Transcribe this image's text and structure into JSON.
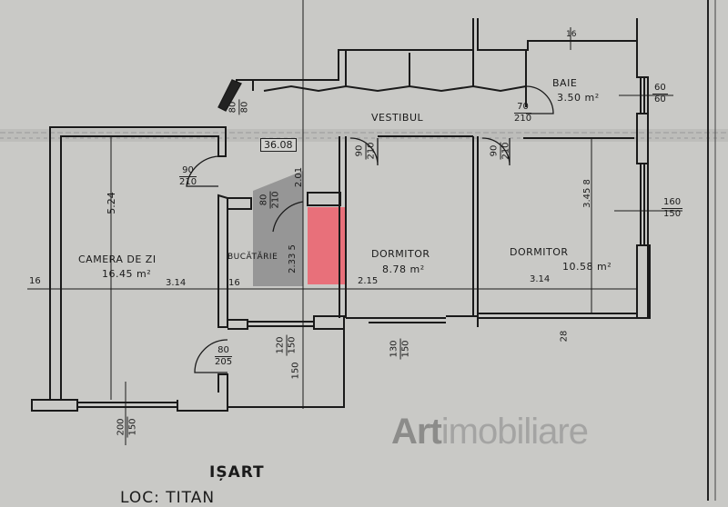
{
  "colors": {
    "paper": "#c9c9c6",
    "wall": "#1a1a1a",
    "kitchen_shade": "#8a8a8a",
    "highlight": "#e8707a"
  },
  "rooms": {
    "vestibul": {
      "name": "VESTIBUL"
    },
    "baie": {
      "name": "BAIE",
      "area": "3.50 m²"
    },
    "camera": {
      "name": "CAMERA DE ZI",
      "area": "16.45 m²"
    },
    "bucatarie": {
      "name": "BUCĂTĂRIE"
    },
    "dormitor1": {
      "name": "DORMITOR",
      "area": "8.78 m²"
    },
    "dormitor2": {
      "name": "DORMITOR",
      "area": "10.58 m²"
    }
  },
  "total_area": "36.08",
  "doors": {
    "entry": {
      "w": "80",
      "h": "80"
    },
    "baie": {
      "w": "70",
      "h": "210"
    },
    "dormitor1": {
      "w": "90",
      "h": "210"
    },
    "dormitor2": {
      "w": "90",
      "h": "210"
    },
    "camera": {
      "w": "90",
      "h": "210"
    },
    "bucatarie": {
      "w": "80",
      "h": "210"
    },
    "balcon": {
      "w": "80",
      "h": "205"
    }
  },
  "windows": {
    "baie": {
      "w": "60",
      "h": "60"
    },
    "dormitor2": {
      "w": "160",
      "h": "150"
    },
    "camera": {
      "w": "200",
      "h": "150"
    },
    "bucatarie": {
      "w": "120",
      "h": "150"
    },
    "dormitor1": {
      "w": "130",
      "h": "150"
    }
  },
  "dimensions": {
    "top_wall": "16",
    "camera_height": "5.24",
    "camera_width": "3.14",
    "wall_left": "16",
    "wall_kitchen": "16",
    "kitchen_top": "2.01",
    "kitchen_height": "2.33 5",
    "dormitor1_width": "2.15",
    "dormitor2_height": "3.45 8",
    "dormitor2_width": "3.14",
    "balcony_depth": "150",
    "wall_bottom": "28"
  },
  "watermark": {
    "brand": "Art",
    "rest": "imobiliare"
  },
  "footer": {
    "brand": "IȘART",
    "location": "LOC: TITAN"
  }
}
